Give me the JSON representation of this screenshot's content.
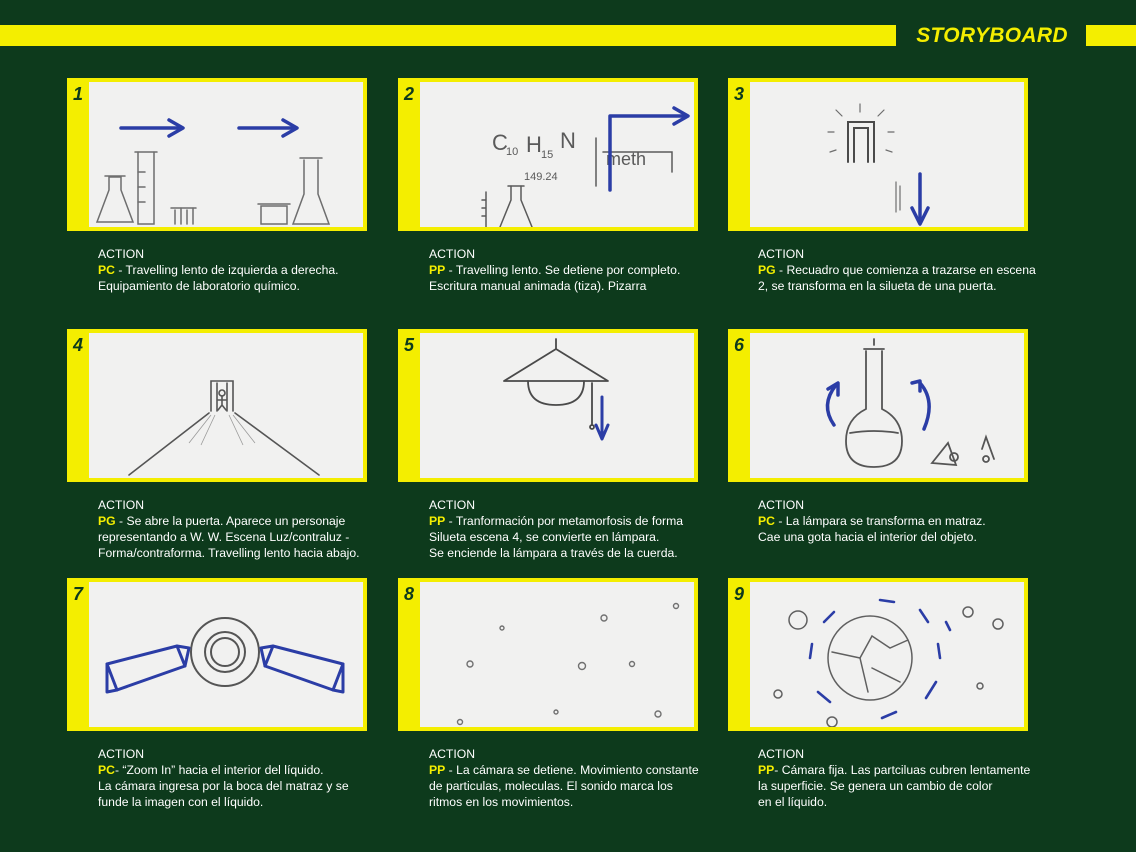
{
  "header": {
    "title": "STORYBOARD"
  },
  "panels": [
    {
      "number": "1",
      "action": "ACTION",
      "code": "PC",
      "lines": [
        " - Travelling lento de izquierda a derecha.",
        "Equipamiento de laboratorio químico."
      ]
    },
    {
      "number": "2",
      "action": "ACTION",
      "code": "PP",
      "lines": [
        " - Travelling lento. Se detiene por completo.",
        "Escritura manual animada (tiza). Pizarra"
      ],
      "sketch_text": {
        "c": "C",
        "c_sub": "10",
        "h": "H",
        "h_sub": "15",
        "n": "N",
        "mass": "149.24",
        "word": "meth"
      }
    },
    {
      "number": "3",
      "action": "ACTION",
      "code": "PG",
      "lines": [
        " - Recuadro que comienza a trazarse en escena",
        "2, se transforma en la silueta de una puerta."
      ]
    },
    {
      "number": "4",
      "action": "ACTION",
      "code": "PG",
      "lines": [
        " - Se abre la puerta. Aparece un personaje",
        "representando a W. W. Escena Luz/contraluz -",
        "Forma/contraforma. Travelling lento hacia abajo."
      ]
    },
    {
      "number": "5",
      "action": "ACTION",
      "code": "PP",
      "lines": [
        " - Tranformación por metamorfosis de forma",
        "Silueta escena 4, se convierte en lámpara.",
        "Se enciende la lámpara a través de la cuerda."
      ]
    },
    {
      "number": "6",
      "action": "ACTION",
      "code": "PC",
      "lines": [
        " - La lámpara se transforma en matraz.",
        "Cae una gota hacia el interior del objeto."
      ]
    },
    {
      "number": "7",
      "action": "ACTION",
      "code": "PC",
      "lines": [
        "- “Zoom In” hacia el interior del líquido.",
        "La cámara ingresa por la boca del matraz y se",
        "funde la imagen con el líquido."
      ]
    },
    {
      "number": "8",
      "action": "ACTION",
      "code": "PP",
      "lines": [
        " - La cámara se detiene. Movimiento constante",
        "de particulas, moleculas. El sonido marca los",
        "ritmos en los movimientos."
      ]
    },
    {
      "number": "9",
      "action": "ACTION",
      "code": "PP",
      "lines": [
        "- Cámara fija. Las partciluas cubren lentamente",
        "la superficie. Se genera un cambio de color",
        "en el líquido."
      ]
    }
  ],
  "colors": {
    "background": "#0d3a1c",
    "accent": "#f4ee00",
    "sketch_paper": "#f1f1f0",
    "pencil": "#6e6e6e",
    "ink_blue": "#2b3da6"
  }
}
